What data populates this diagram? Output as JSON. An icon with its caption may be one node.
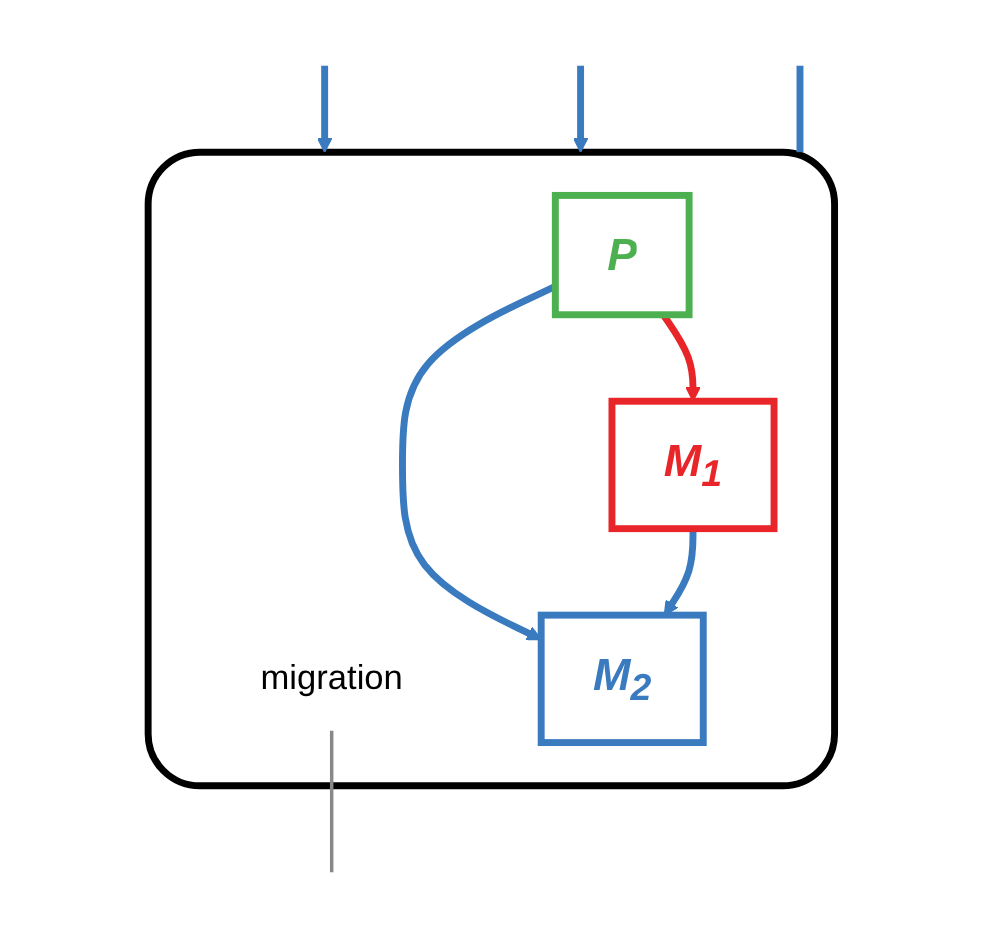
{
  "diagram": {
    "nodes": [
      {
        "text": [],
        "shape": "box"
      },
      {
        "text": [
          "P"
        ],
        "in": 0
      },
      {
        "text": [
          "M$_{1}$"
        ],
        "in": 0
      },
      {
        "text": [
          "migration"
        ],
        "in": 0
      },
      {
        "text": [
          "M$_{2}$"
        ],
        "in": 0
      }
    ],
    "edges": [
      {
        "from": null,
        "to": 0,
        "arrow": "to"
      },
      {
        "from": null,
        "to": 0,
        "arrow": "to"
      },
      {
        "from": null,
        "to": 0,
        "arrow": "none"
      },
      {
        "from": 1,
        "to": 2,
        "arrow": "to",
        "color": "#e8262a"
      },
      {
        "from": 1,
        "to": 4,
        "arrow": "to"
      },
      {
        "from": 2,
        "to": 4,
        "arrow": "to"
      },
      {
        "from": 3,
        "to": null,
        "arrow": "none",
        "color": "#888888"
      }
    ]
  }
}
